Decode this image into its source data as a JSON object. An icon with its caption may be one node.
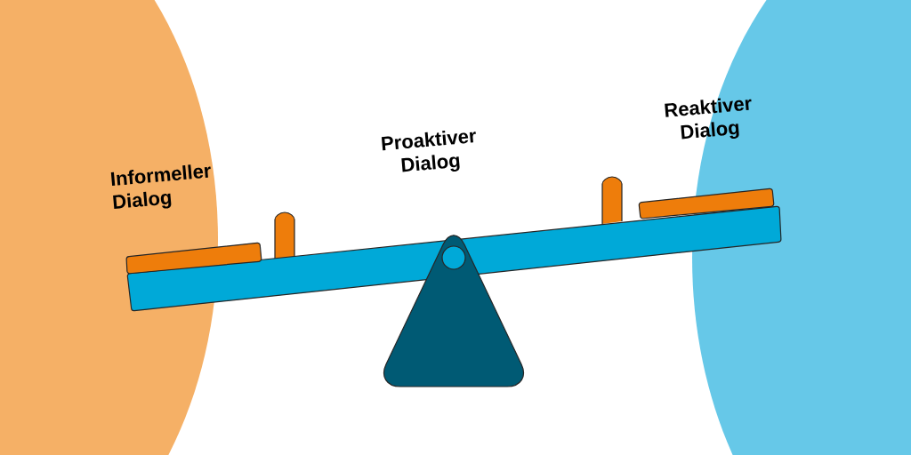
{
  "diagram": {
    "labels": [
      "Informeller Dialog",
      "Proaktiver Dialog",
      "Reaktiver Dialog"
    ]
  }
}
